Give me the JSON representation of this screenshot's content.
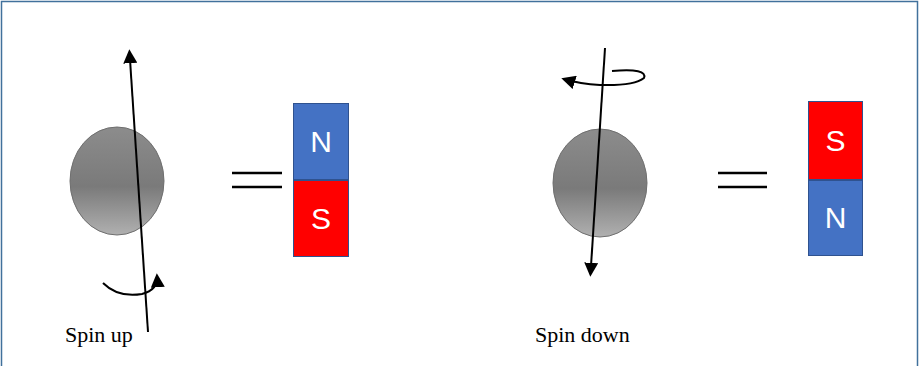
{
  "diagram": {
    "nodes": [
      {
        "text": [
          "N"
        ]
      },
      {
        "text": [
          "S"
        ]
      },
      {
        "text": [
          "S"
        ]
      },
      {
        "text": [
          "N"
        ]
      }
    ],
    "labels": [
      "Spin up",
      "Spin down"
    ]
  }
}
